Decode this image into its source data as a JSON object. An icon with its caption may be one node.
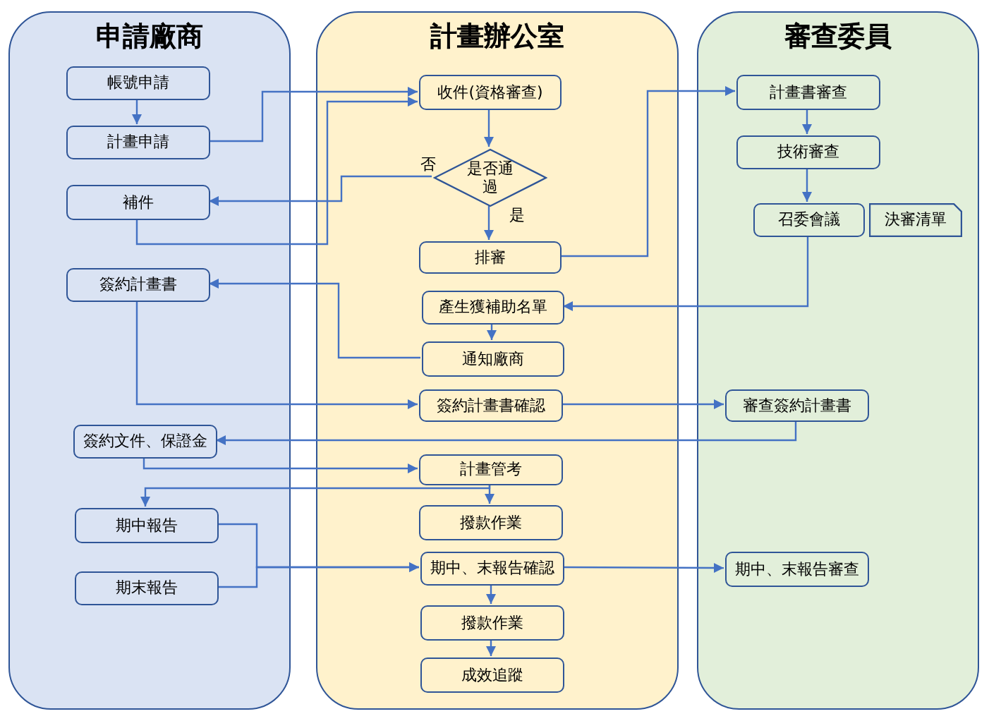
{
  "diagram": {
    "nodes": [
      {
        "text": [
          "申請廠商"
        ]
      },
      {
        "text": [
          "計畫辦公室"
        ]
      },
      {
        "text": [
          "審查委員"
        ]
      },
      {
        "text": [
          "帳號申請"
        ],
        "in": 0
      },
      {
        "text": [
          "計畫申請"
        ],
        "in": 0
      },
      {
        "text": [
          "補件"
        ],
        "in": 0
      },
      {
        "text": [
          "簽約計畫書"
        ],
        "in": 0
      },
      {
        "text": [
          "簽約文件、保證金"
        ],
        "in": 0
      },
      {
        "text": [
          "期中報告"
        ],
        "in": 0
      },
      {
        "text": [
          "期末報告"
        ],
        "in": 0
      },
      {
        "text": [
          "收件(資格審查)"
        ],
        "in": 1
      },
      {
        "text": [
          "是否通過"
        ],
        "in": 1
      },
      {
        "text": [
          "排審"
        ],
        "in": 1
      },
      {
        "text": [
          "產生獲補助名單"
        ],
        "in": 1
      },
      {
        "text": [
          "通知廠商"
        ],
        "in": 1
      },
      {
        "text": [
          "簽約計畫書確認"
        ],
        "in": 1
      },
      {
        "text": [
          "計畫管考"
        ],
        "in": 1
      },
      {
        "text": [
          "撥款作業"
        ],
        "in": 1
      },
      {
        "text": [
          "期中、末報告確認"
        ],
        "in": 1
      },
      {
        "text": [
          "撥款作業"
        ],
        "in": 1
      },
      {
        "text": [
          "成效追蹤"
        ],
        "in": 1
      },
      {
        "text": [
          "計畫書審查"
        ],
        "in": 2
      },
      {
        "text": [
          "技術審查"
        ],
        "in": 2
      },
      {
        "text": [
          "召委會議"
        ],
        "in": 2
      },
      {
        "text": [
          "決審清單"
        ],
        "in": 2
      },
      {
        "text": [
          "審查簽約計畫書"
        ],
        "in": 2
      },
      {
        "text": [
          "期中、末報告審查"
        ],
        "in": 2
      }
    ],
    "edges": [
      {
        "from": 3,
        "to": 4,
        "arrow": "to"
      },
      {
        "from": 4,
        "to": 10,
        "arrow": "to"
      },
      {
        "from": 5,
        "to": 10,
        "arrow": "to"
      },
      {
        "from": 10,
        "to": 11,
        "arrow": "to"
      },
      {
        "from": 11,
        "to": 5,
        "arrow": "to",
        "label": "否"
      },
      {
        "from": 11,
        "to": 12,
        "arrow": "to",
        "label": "是"
      },
      {
        "from": 12,
        "to": 21,
        "arrow": "to"
      },
      {
        "from": 21,
        "to": 22,
        "arrow": "to"
      },
      {
        "from": 22,
        "to": 23,
        "arrow": "to"
      },
      {
        "from": 23,
        "to": 13,
        "arrow": "to"
      },
      {
        "from": 13,
        "to": 14,
        "arrow": "to"
      },
      {
        "from": 14,
        "to": 6,
        "arrow": "to"
      },
      {
        "from": 6,
        "to": 15,
        "arrow": "to"
      },
      {
        "from": 15,
        "to": 25,
        "arrow": "to"
      },
      {
        "from": 25,
        "to": 7,
        "arrow": "to"
      },
      {
        "from": 7,
        "to": 16,
        "arrow": "to"
      },
      {
        "from": 16,
        "to": 8,
        "arrow": "to"
      },
      {
        "from": 16,
        "to": 17,
        "arrow": "to"
      },
      {
        "from": 8,
        "to": 18,
        "arrow": "to"
      },
      {
        "from": 9,
        "to": 18,
        "arrow": "to"
      },
      {
        "from": 18,
        "to": 26,
        "arrow": "to"
      },
      {
        "from": 18,
        "to": 19,
        "arrow": "to"
      },
      {
        "from": 19,
        "to": 20,
        "arrow": "to"
      }
    ]
  }
}
